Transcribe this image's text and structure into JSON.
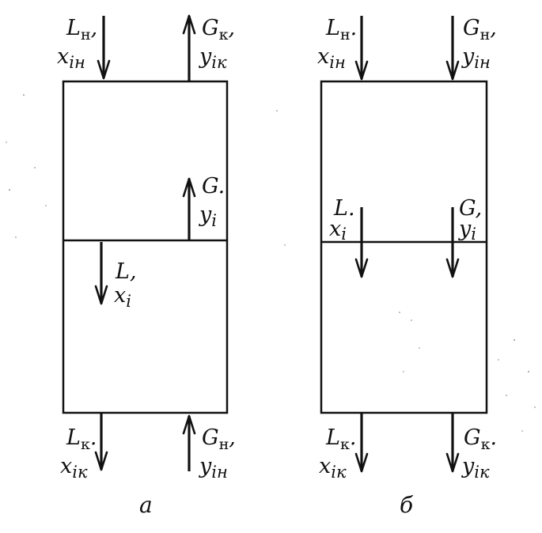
{
  "diagram_a": {
    "caption": "а",
    "top_left": {
      "line1": "L",
      "sub1": "н",
      "comma1": ",",
      "line2": "x",
      "sub2": "iн"
    },
    "top_right": {
      "line1": "G",
      "sub1": "к",
      "comma1": ",",
      "line2": "y",
      "sub2": "iк"
    },
    "middle_right": {
      "line1": "G",
      "sub1": "",
      "comma1": ".",
      "line2": "y",
      "sub2": "i"
    },
    "middle_left": {
      "line1": "L",
      "sub1": "",
      "comma1": ",",
      "line2": "x",
      "sub2": "i"
    },
    "bottom_left": {
      "line1": "L",
      "sub1": "к",
      "comma1": ".",
      "line2": "x",
      "sub2": "iк"
    },
    "bottom_right": {
      "line1": "G",
      "sub1": "н",
      "comma1": ",",
      "line2": "y",
      "sub2": "iн"
    }
  },
  "diagram_b": {
    "caption": "б",
    "top_left": {
      "line1": "L",
      "sub1": "н",
      "comma1": ".",
      "line2": "x",
      "sub2": "iн"
    },
    "top_right": {
      "line1": "G",
      "sub1": "н",
      "comma1": ",",
      "line2": "y",
      "sub2": "iн"
    },
    "middle_left": {
      "line1": "L",
      "sub1": "",
      "comma1": ".",
      "line2": "x",
      "sub2": "i"
    },
    "middle_right": {
      "line1": "G",
      "sub1": "",
      "comma1": ",",
      "line2": "y",
      "sub2": "i"
    },
    "bottom_left": {
      "line1": "L",
      "sub1": "к",
      "comma1": ".",
      "line2": "x",
      "sub2": "iк"
    },
    "bottom_right": {
      "line1": "G",
      "sub1": "к",
      "comma1": ".",
      "line2": "y",
      "sub2": "iк"
    }
  },
  "colors": {
    "ink": "#111111",
    "paper": "#ffffff"
  }
}
